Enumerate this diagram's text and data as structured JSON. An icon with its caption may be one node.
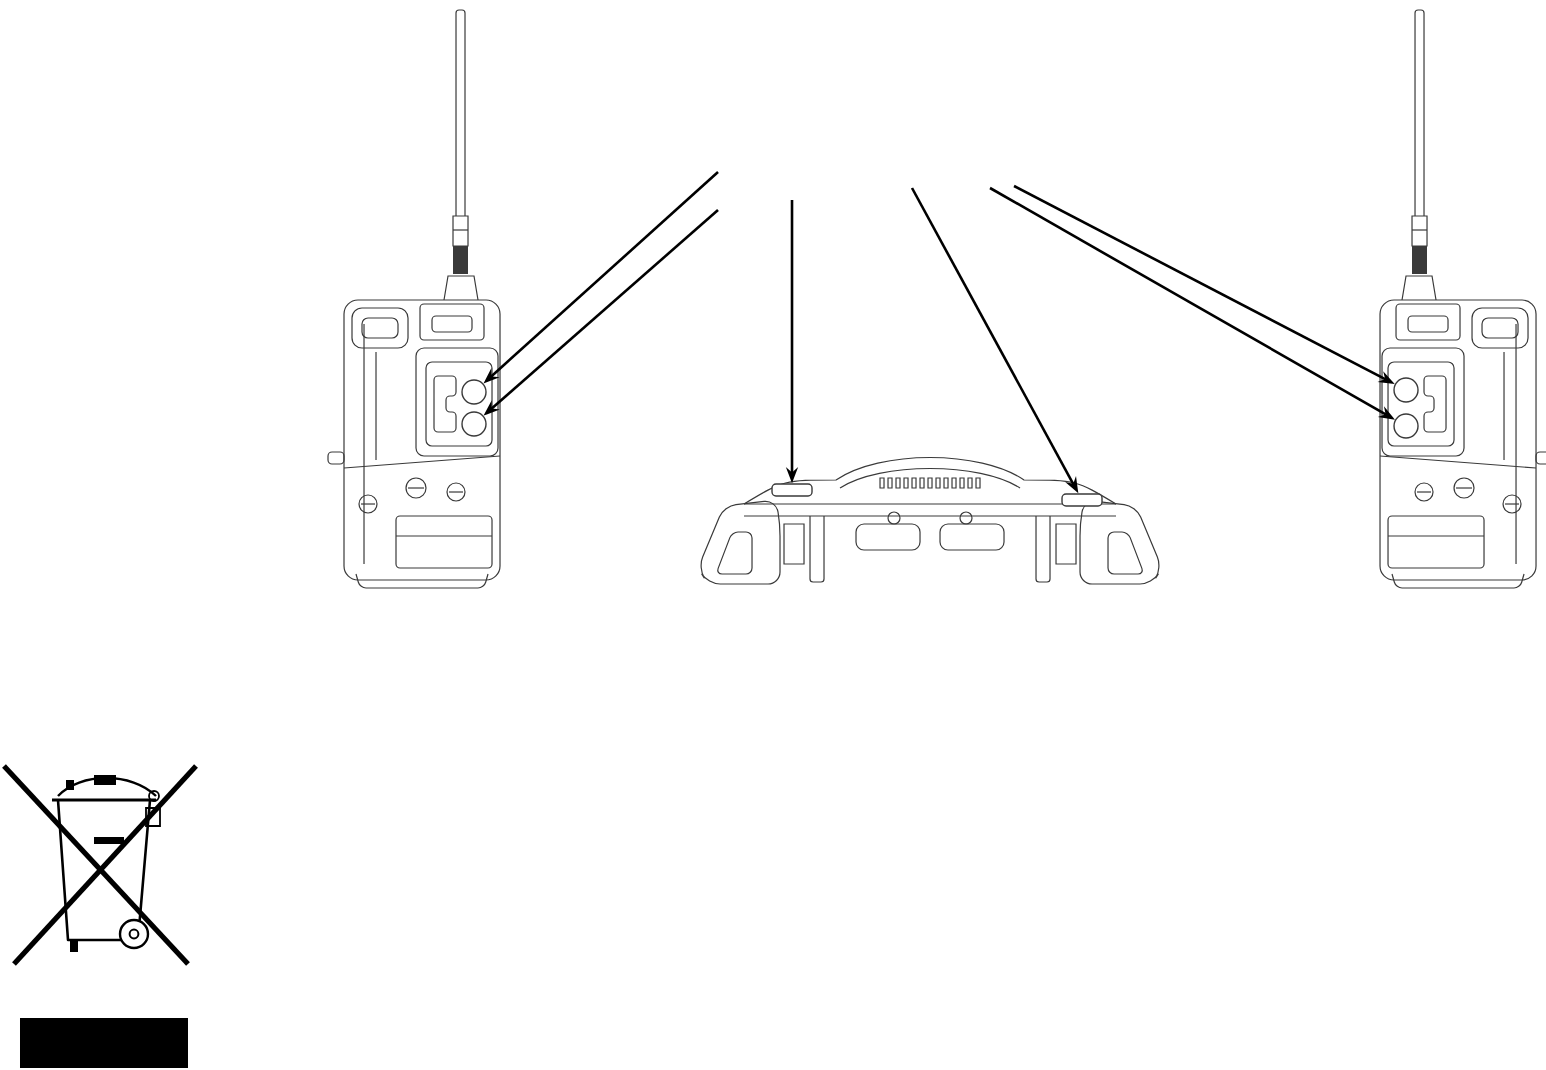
{
  "diagram": {
    "nodes": [
      {
        "text": [],
        "shape": "circle"
      },
      {
        "text": [],
        "shape": "circle"
      },
      {
        "text": [],
        "shape": "box"
      },
      {
        "text": [],
        "shape": "box"
      },
      {
        "text": [],
        "shape": "circle"
      },
      {
        "text": [],
        "shape": "circle"
      }
    ],
    "edges": [
      {
        "from": null,
        "to": 0,
        "arrow": "to"
      },
      {
        "from": null,
        "to": 1,
        "arrow": "to"
      },
      {
        "from": null,
        "to": 2,
        "arrow": "to"
      },
      {
        "from": null,
        "to": 3,
        "arrow": "to"
      },
      {
        "from": null,
        "to": 4,
        "arrow": "to"
      },
      {
        "from": null,
        "to": 5,
        "arrow": "to"
      }
    ]
  }
}
